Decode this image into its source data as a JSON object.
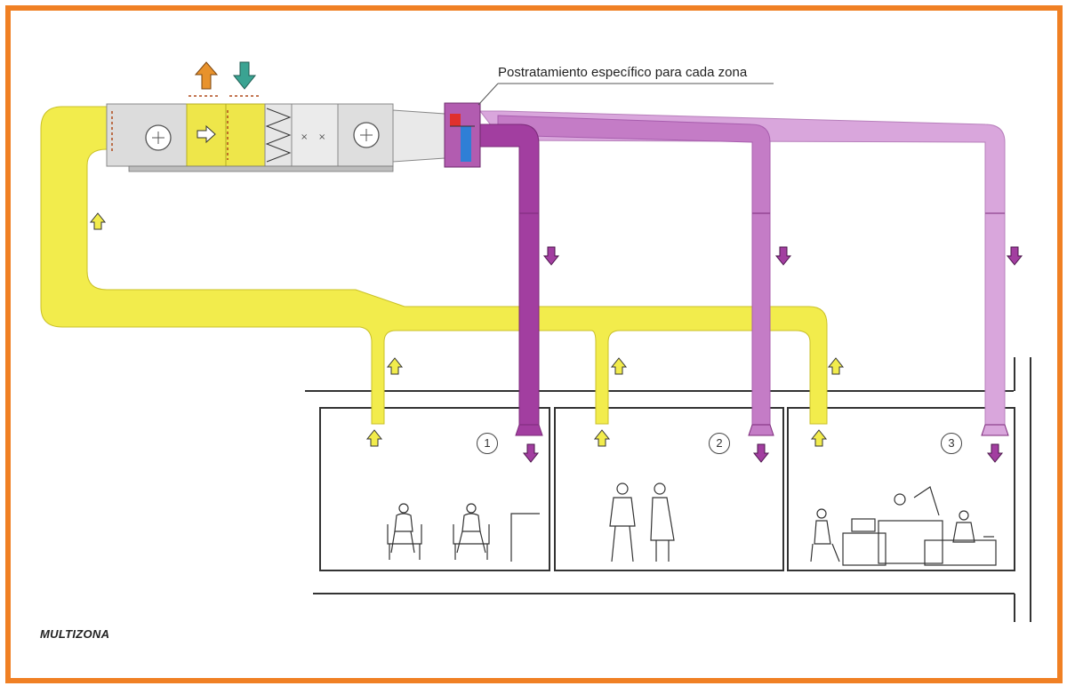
{
  "callout": "Postratamiento específico para cada zona",
  "caption": "MULTIZONA",
  "zones": [
    {
      "number": "1"
    },
    {
      "number": "2"
    },
    {
      "number": "3"
    }
  ],
  "colors": {
    "frame": "#f08024",
    "return_air": "#f2ec4c",
    "supply_air": "#a23ea0",
    "supply_light": "#d9a6dc",
    "exhaust_arrow": "#e8922c",
    "intake_arrow": "#3aa392",
    "heating_coil": "#e0302c",
    "cooling_coil": "#2f7fd6"
  }
}
